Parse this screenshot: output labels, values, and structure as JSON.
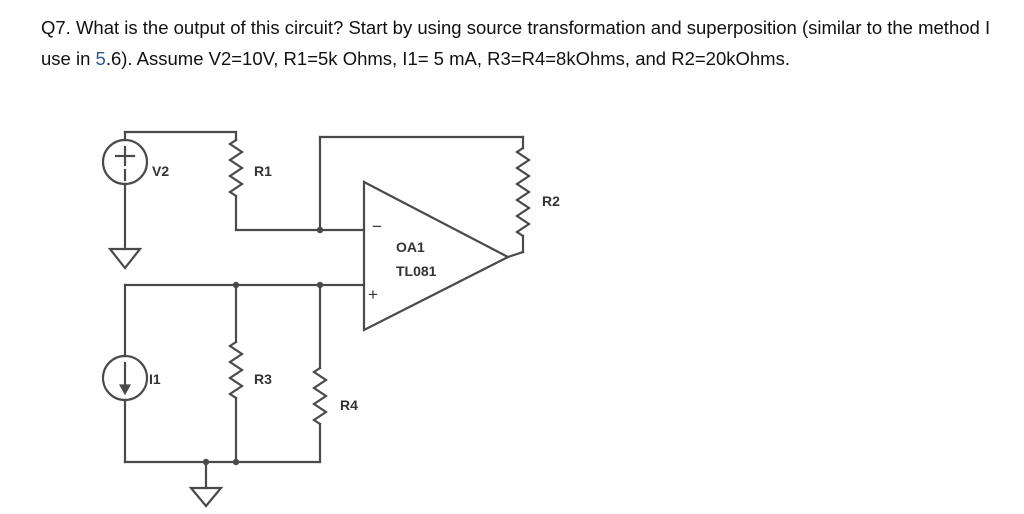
{
  "question": {
    "part1": "Q7. What is the output of this circuit? Start by using source transformation and superposition (similar to the method I use in ",
    "ref": "5",
    "part2": ".6). Assume V2=10V, R1=5k Ohms, I1= 5 mA, R3=R4=8kOhms, and R2=20kOhms."
  },
  "circuit": {
    "labels": {
      "v2": "V2",
      "i1": "I1",
      "r1": "R1",
      "r2": "R2",
      "r3": "R3",
      "r4": "R4",
      "opamp_name": "OA1",
      "opamp_model": "TL081",
      "inv_sign": "−",
      "noninv_sign": "+"
    }
  }
}
